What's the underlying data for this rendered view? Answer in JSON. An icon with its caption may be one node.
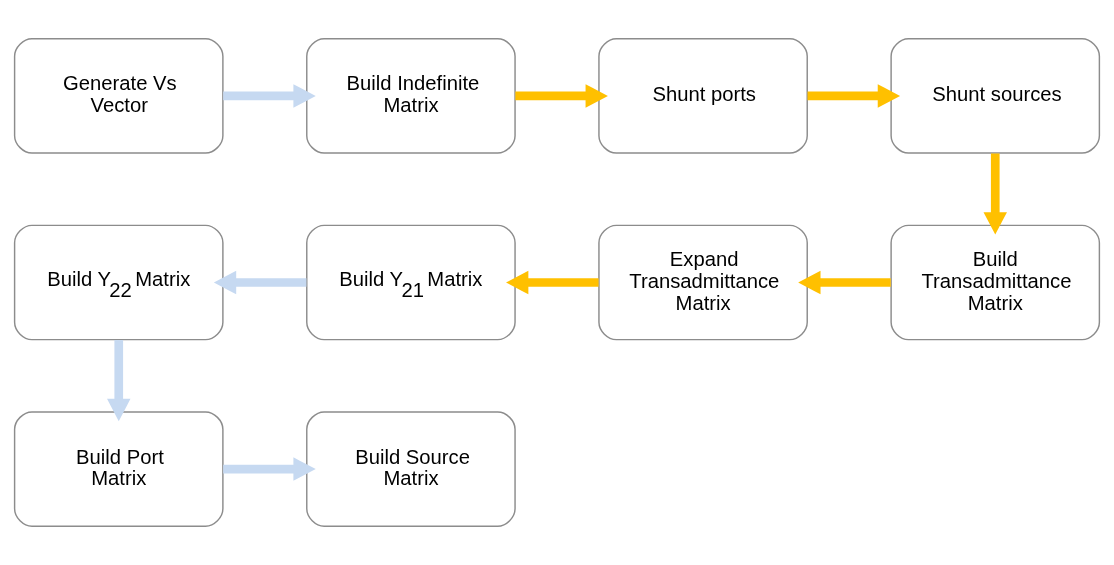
{
  "diagram": {
    "nodes": [
      {
        "text": [
          "Generate Vs Vector"
        ]
      },
      {
        "text": [
          "Build Indefinite Matrix"
        ]
      },
      {
        "text": [
          "Shunt ports"
        ]
      },
      {
        "text": [
          "Shunt sources"
        ]
      },
      {
        "text": [
          "Build Y$_{22}$ Matrix"
        ]
      },
      {
        "text": [
          "Build Y$_{21}$ Matrix"
        ]
      },
      {
        "text": [
          "Expand Transadmittance Matrix"
        ]
      },
      {
        "text": [
          "Build Transadmittance Matrix"
        ]
      },
      {
        "text": [
          "Build Port Matrix"
        ]
      },
      {
        "text": [
          "Build Source Matrix"
        ]
      }
    ],
    "edges": [
      {
        "from": 0,
        "to": 1,
        "arrow": "to",
        "color": "#c6d9f1"
      },
      {
        "from": 1,
        "to": 2,
        "arrow": "to",
        "color": "#ffc000"
      },
      {
        "from": 2,
        "to": 3,
        "arrow": "to",
        "color": "#ffc000"
      },
      {
        "from": 3,
        "to": 7,
        "arrow": "to",
        "color": "#ffc000"
      },
      {
        "from": 7,
        "to": 6,
        "arrow": "to",
        "color": "#ffc000"
      },
      {
        "from": 6,
        "to": 5,
        "arrow": "to",
        "color": "#ffc000"
      },
      {
        "from": 5,
        "to": 4,
        "arrow": "to",
        "color": "#c6d9f1"
      },
      {
        "from": 4,
        "to": 8,
        "arrow": "to",
        "color": "#c6d9f1"
      },
      {
        "from": 8,
        "to": 9,
        "arrow": "to",
        "color": "#c6d9f1"
      }
    ]
  }
}
